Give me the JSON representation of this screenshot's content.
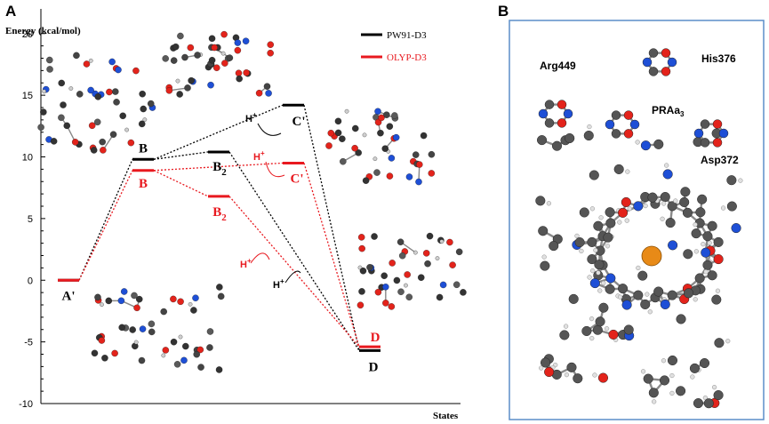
{
  "panels": {
    "a": "A",
    "b": "B"
  },
  "chart_data": {
    "type": "line",
    "ylabel": "Energy (kcal/mol)",
    "xlabel": "States",
    "ylim": [
      -10,
      22
    ],
    "yticks": [
      20,
      15,
      10,
      5,
      0,
      -5,
      -10
    ],
    "grid": false,
    "legend_position": "top-right",
    "colors": {
      "PW91-D3": "#000000",
      "OLYP-D3": "#e8191f"
    },
    "series": [
      {
        "name": "PW91-D3",
        "color": "#000000",
        "points": [
          {
            "state": "A'",
            "x": 0,
            "y": 0.0
          },
          {
            "state": "B",
            "x": 1,
            "y": 9.8
          },
          {
            "state": "B2",
            "x": 2,
            "y": 10.4
          },
          {
            "state": "C'",
            "x": 3,
            "y": 14.2
          },
          {
            "state": "D",
            "x": 4,
            "y": -5.7
          }
        ],
        "links": [
          [
            0,
            1
          ],
          [
            1,
            2
          ],
          [
            1,
            3
          ],
          [
            2,
            4
          ],
          [
            3,
            4
          ]
        ]
      },
      {
        "name": "OLYP-D3",
        "color": "#e8191f",
        "points": [
          {
            "state": "A'",
            "x": 0,
            "y": 0.0
          },
          {
            "state": "B",
            "x": 1,
            "y": 8.9
          },
          {
            "state": "B2",
            "x": 2,
            "y": 6.8
          },
          {
            "state": "C'",
            "x": 3,
            "y": 9.5
          },
          {
            "state": "D",
            "x": 4,
            "y": -5.4
          }
        ],
        "links": [
          [
            0,
            1
          ],
          [
            1,
            2
          ],
          [
            1,
            3
          ],
          [
            2,
            4
          ],
          [
            3,
            4
          ]
        ]
      }
    ],
    "annotations": [
      {
        "text": "H+",
        "series": "PW91-D3",
        "from": "B",
        "to": "C'"
      },
      {
        "text": "H+",
        "series": "PW91-D3",
        "from": "B2",
        "to": "D"
      },
      {
        "text": "H+",
        "series": "OLYP-D3",
        "from": "B",
        "to": "C'"
      },
      {
        "text": "H+",
        "series": "OLYP-D3",
        "from": "B2",
        "to": "D"
      }
    ]
  },
  "panel_b": {
    "residue_labels": [
      {
        "text": "Arg449"
      },
      {
        "text": "His376"
      },
      {
        "text": "PRAa3"
      },
      {
        "text": "Asp372"
      }
    ],
    "border_color": "#5b8ec9"
  }
}
